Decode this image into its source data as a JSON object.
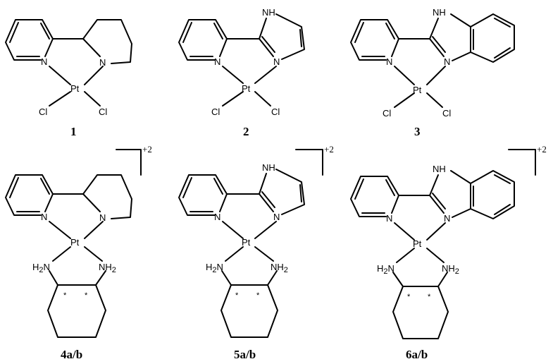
{
  "labels": {
    "c1": "1",
    "c2": "2",
    "c3": "3",
    "c4": "4a/b",
    "c5": "5a/b",
    "c6": "6a/b"
  },
  "atoms": {
    "N": "N",
    "Pt": "Pt",
    "Cl": "Cl",
    "NH": "NH",
    "H": "H",
    "NH2_text": "NH",
    "H2_sub": "2",
    "H2N_text": "H",
    "H2N_N": "N",
    "star": "*"
  },
  "charge": "+2"
}
